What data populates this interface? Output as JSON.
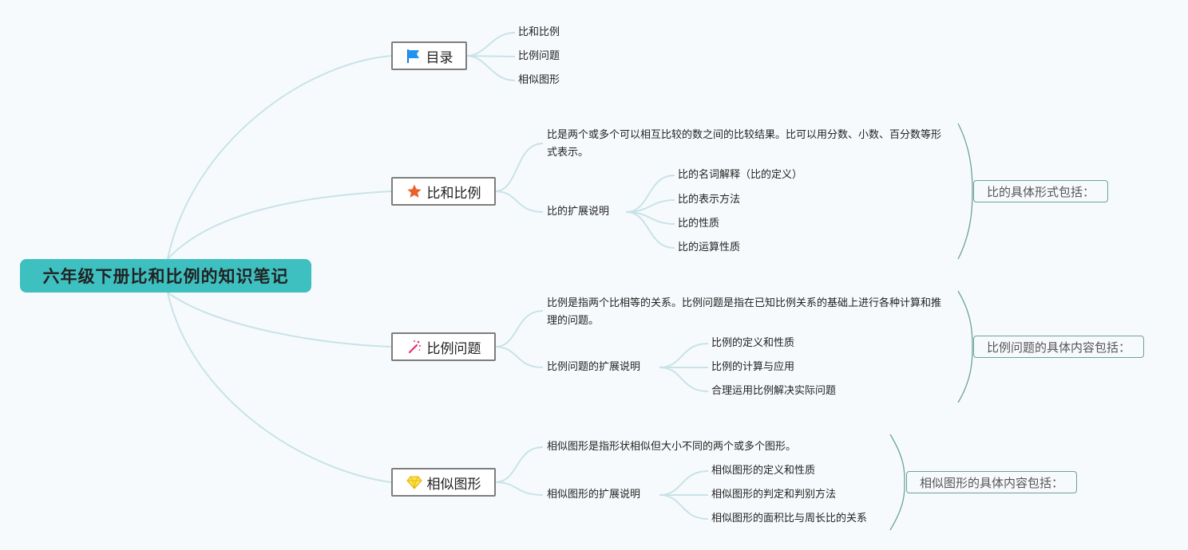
{
  "root": {
    "title": "六年级下册比和比例的知识笔记"
  },
  "topics": [
    {
      "label": "目录",
      "icon": "blue-flag-icon",
      "children": [
        "比和比例",
        "比例问题",
        "相似图形"
      ]
    },
    {
      "label": "比和比例",
      "icon": "orange-star-icon",
      "description": "比是两个或多个可以相互比较的数之间的比较结果。比可以用分数、小数、百分数等形式表示。",
      "extension": {
        "label": "比的扩展说明",
        "items": [
          "比的名词解释（比的定义）",
          "比的表示方法",
          "比的性质",
          "比的运算性质"
        ]
      },
      "summary": "比的具体形式包括："
    },
    {
      "label": "比例问题",
      "icon": "magic-wand-icon",
      "description": "比例是指两个比相等的关系。比例问题是指在已知比例关系的基础上进行各种计算和推理的问题。",
      "extension": {
        "label": "比例问题的扩展说明",
        "items": [
          "比例的定义和性质",
          "比例的计算与应用",
          "合理运用比例解决实际问题"
        ]
      },
      "summary": "比例问题的具体内容包括："
    },
    {
      "label": "相似图形",
      "icon": "diamond-gem-icon",
      "description": "相似图形是指形状相似但大小不同的两个或多个图形。",
      "extension": {
        "label": "相似图形的扩展说明",
        "items": [
          "相似图形的定义和性质",
          "相似图形的判定和判别方法",
          "相似图形的面积比与周长比的关系"
        ]
      },
      "summary": "相似图形的具体内容包括："
    }
  ],
  "colors": {
    "root_bg": "#3ebfc0",
    "branch_line": "#c8e3e8",
    "summary_border": "#6aa39a",
    "topic_border": "#7d7d7d"
  }
}
